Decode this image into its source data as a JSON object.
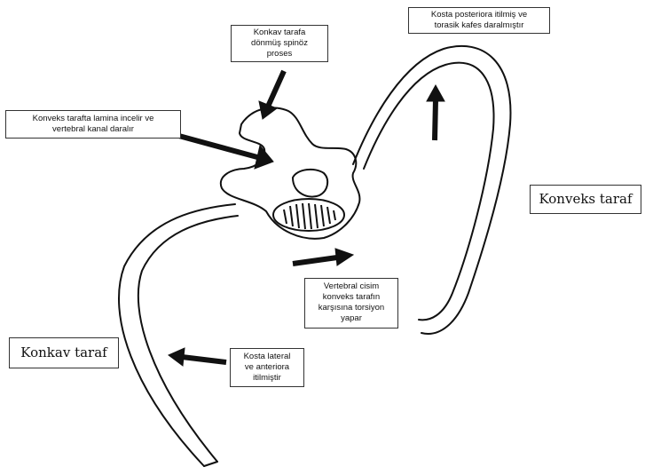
{
  "annotations": {
    "rib_posterior": "Kosta posteriora itilmiş ve\ntorasik kafes daralmıştır",
    "spinous_process": "Konkav tarafa\ndönmüş spinöz\nproses",
    "lamina": "Konveks tarafta lamina incelir ve\nvertebral kanal daralır",
    "convex_side": "Konveks taraf",
    "vertebral_body": "Vertebral cisim\nkonveks tarafın\nkarşısına torsiyon\nyapar",
    "concave_side": "Konkav taraf",
    "rib_lateral": "Kosta lateral\nve anteriora\nitilmiştir"
  },
  "colors": {
    "ink": "#111111",
    "paper": "#ffffff"
  }
}
